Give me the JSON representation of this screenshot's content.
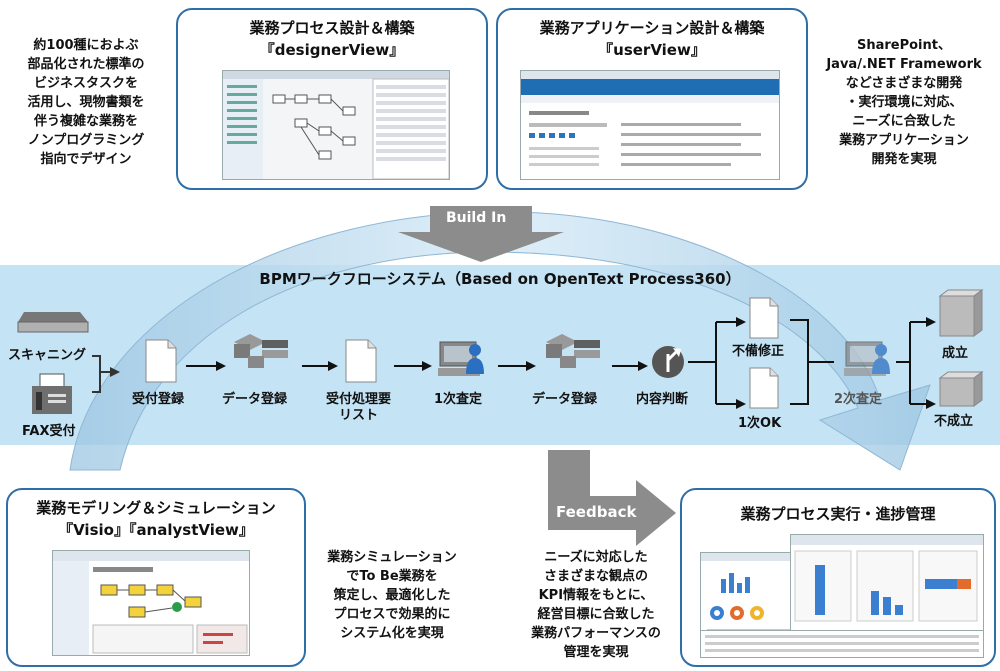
{
  "top_left_note": [
    "約100種におよぶ",
    "部品化された標準の",
    "ビジネスタスクを",
    "活用し、現物書類を",
    "伴う複雑な業務を",
    "ノンプログラミング",
    "指向でデザイン"
  ],
  "designer_box": {
    "title1": "業務プロセス設計＆構築",
    "title2": "『designerView』"
  },
  "user_box": {
    "title1": "業務アプリケーション設計＆構築",
    "title2": "『userView』"
  },
  "top_right_note": [
    "SharePoint、",
    "Java/.NET Framework",
    "などさまざまな開発",
    "・実行環境に対応、",
    "ニーズに合致した",
    "業務アプリケーション",
    "開発を実現"
  ],
  "build_in_label": "Build In",
  "band_title": "BPMワークフローシステム（Based on OpenText Process360）",
  "steps": {
    "scanning": "スキャニング",
    "fax": "FAX受付",
    "uketsuke": "受付登録",
    "data1": "データ登録",
    "list1": "受付処理要",
    "list2": "リスト",
    "first_review": "1次査定",
    "data2": "データ登録",
    "judgement": "内容判断",
    "defect": "不備修正",
    "first_ok": "1次OK",
    "second_review": "2次査定",
    "accepted": "成立",
    "rejected": "不成立"
  },
  "modeling_box": {
    "title1": "業務モデリング＆シミュレーション",
    "title2": "『Visio』『analystView』"
  },
  "mid_note": [
    "業務シミュレーション",
    "でTo Be業務を",
    "策定し、最適化した",
    "プロセスで効果的に",
    "システム化を実現"
  ],
  "feedback_label": "Feedback",
  "kpi_note": [
    "ニーズに対応した",
    "さまざまな観点の",
    "KPI情報をもとに、",
    "経営目標に合致した",
    "業務パフォーマンスの",
    "管理を実現"
  ],
  "exec_box": {
    "title": "業務プロセス実行・進捗管理"
  },
  "colors": {
    "box_border": "#2f6fa8",
    "band": "#c4e3f4",
    "arrow_gray": "#8c8c8c",
    "person_blue": "#2a6fc0"
  }
}
